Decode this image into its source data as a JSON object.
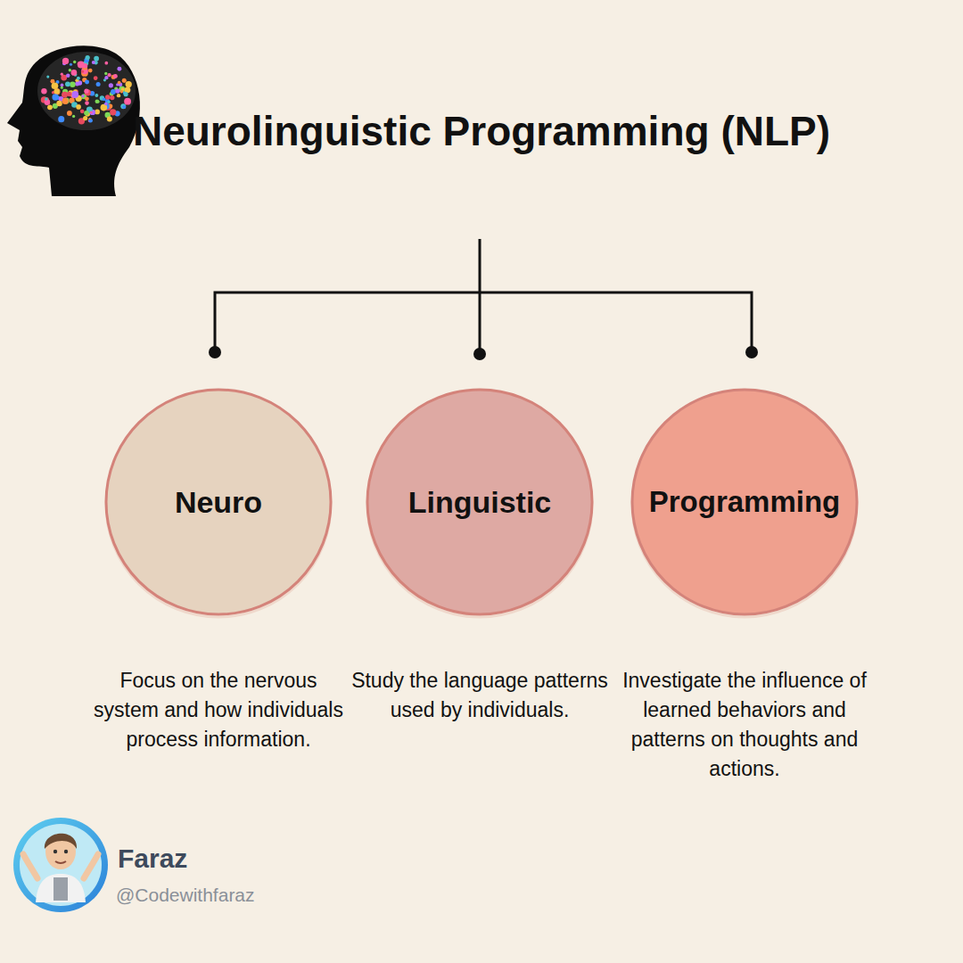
{
  "diagram": {
    "title": "Neurolinguistic Programming (NLP)",
    "nodes": [
      {
        "text": [
          "Neuro",
          "Focus on the nervous system and how individuals process information."
        ]
      },
      {
        "text": [
          "Linguistic",
          "Study the language patterns used by individuals."
        ]
      },
      {
        "text": [
          "Programming",
          "Investigate the influence of learned behaviors and patterns on thoughts and actions."
        ]
      }
    ],
    "labels": [
      "Faraz",
      "@Codewithfaraz"
    ]
  }
}
